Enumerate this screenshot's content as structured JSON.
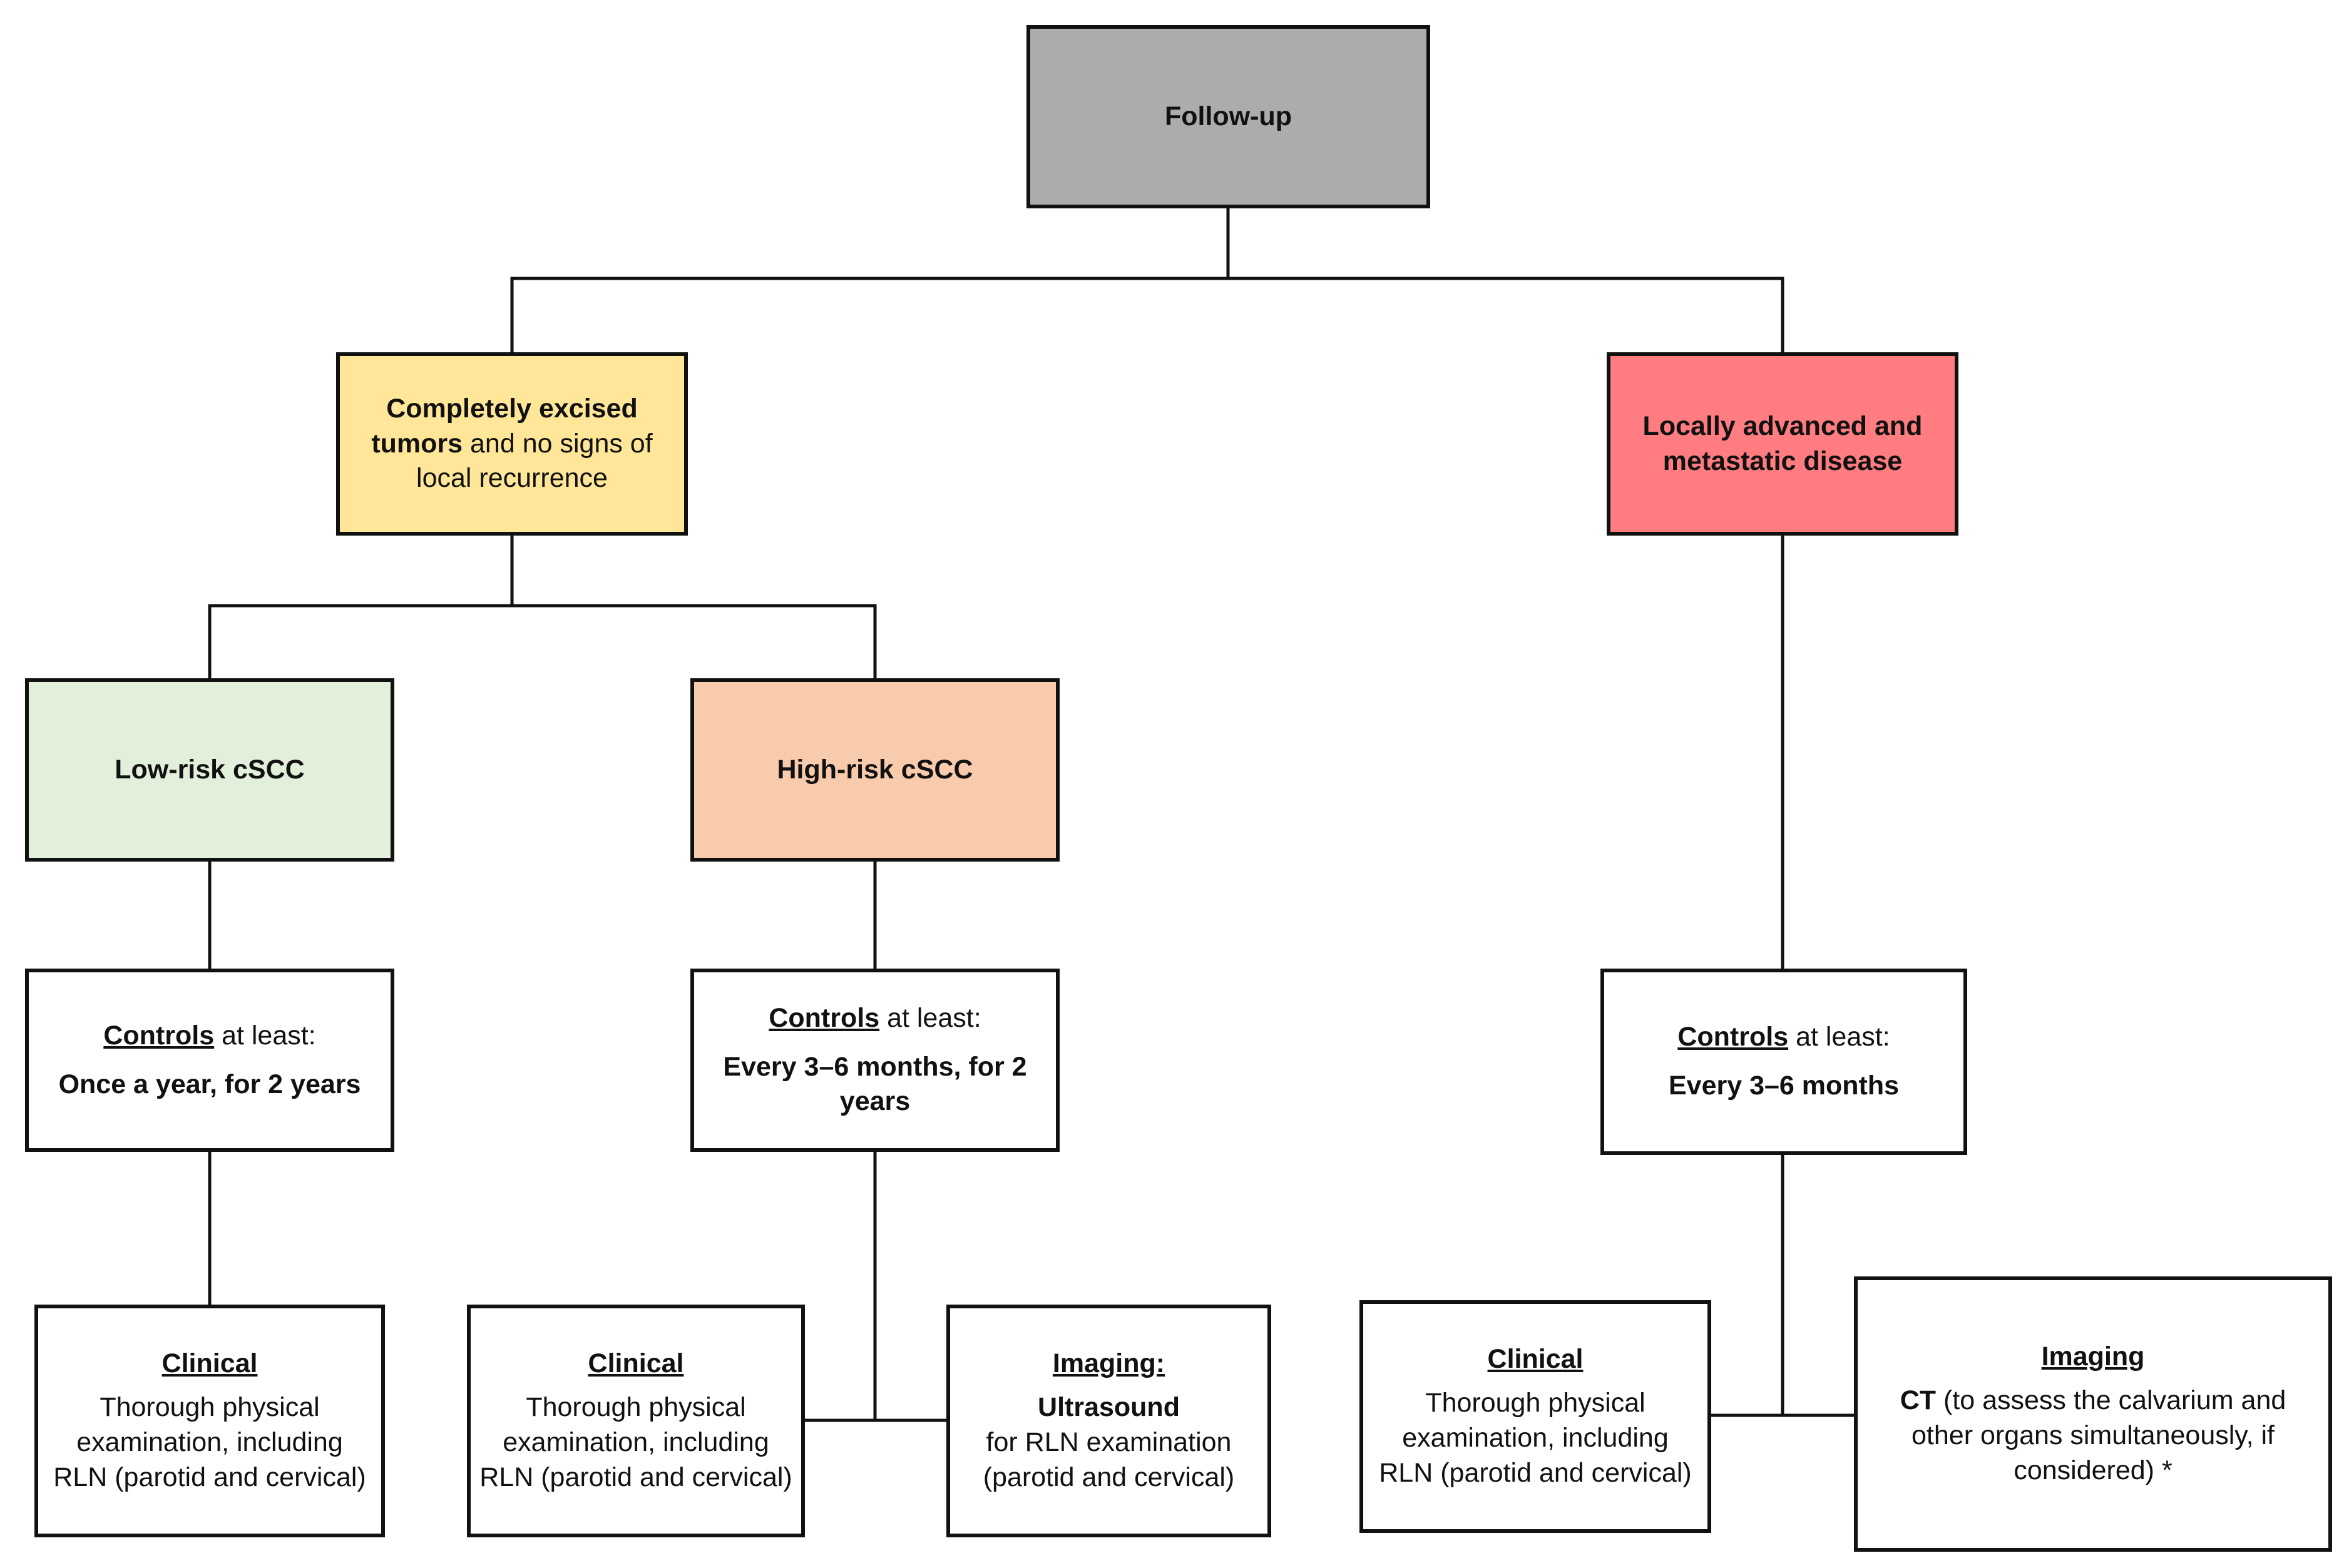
{
  "colors": {
    "root": "#aeabab",
    "complete": "#ffe699",
    "advanced": "#ff7c80",
    "low_risk": "#e2efda",
    "high_risk": "#f8cbad",
    "plain": "#ffffff",
    "line": "#111111"
  },
  "nodes": {
    "root": {
      "label": "Follow-up"
    },
    "complete": {
      "bold": "Completely excised tumors",
      "rest": " and no signs of local recurrence"
    },
    "advanced": {
      "label": "Locally advanced and metastatic disease"
    },
    "low_risk": {
      "label": "Low-risk cSCC"
    },
    "high_risk": {
      "label": "High-risk cSCC"
    },
    "low_controls": {
      "heading": "Controls",
      "heading_suffix": " at least:",
      "schedule": "Once a year, for 2 years"
    },
    "high_controls": {
      "heading": "Controls",
      "heading_suffix": " at least:",
      "schedule": "Every 3–6 months, for 2 years"
    },
    "adv_controls": {
      "heading": "Controls",
      "heading_suffix": " at least:",
      "schedule": "Every 3–6 months"
    },
    "low_clinical": {
      "heading": "Clinical",
      "body": "Thorough physical examination, including RLN (parotid and cervical)"
    },
    "high_clinical": {
      "heading": "Clinical",
      "body": "Thorough physical examination, including RLN (parotid and cervical)"
    },
    "high_imaging": {
      "heading": "Imaging:",
      "method": "Ultrasound",
      "body": "for RLN examination (parotid and cervical)"
    },
    "adv_clinical": {
      "heading": "Clinical",
      "body": "Thorough physical examination, including RLN (parotid and cervical)"
    },
    "adv_imaging": {
      "heading": "Imaging",
      "method": "CT",
      "body": " (to assess the calvarium and other organs simultaneously, if considered) *"
    }
  }
}
